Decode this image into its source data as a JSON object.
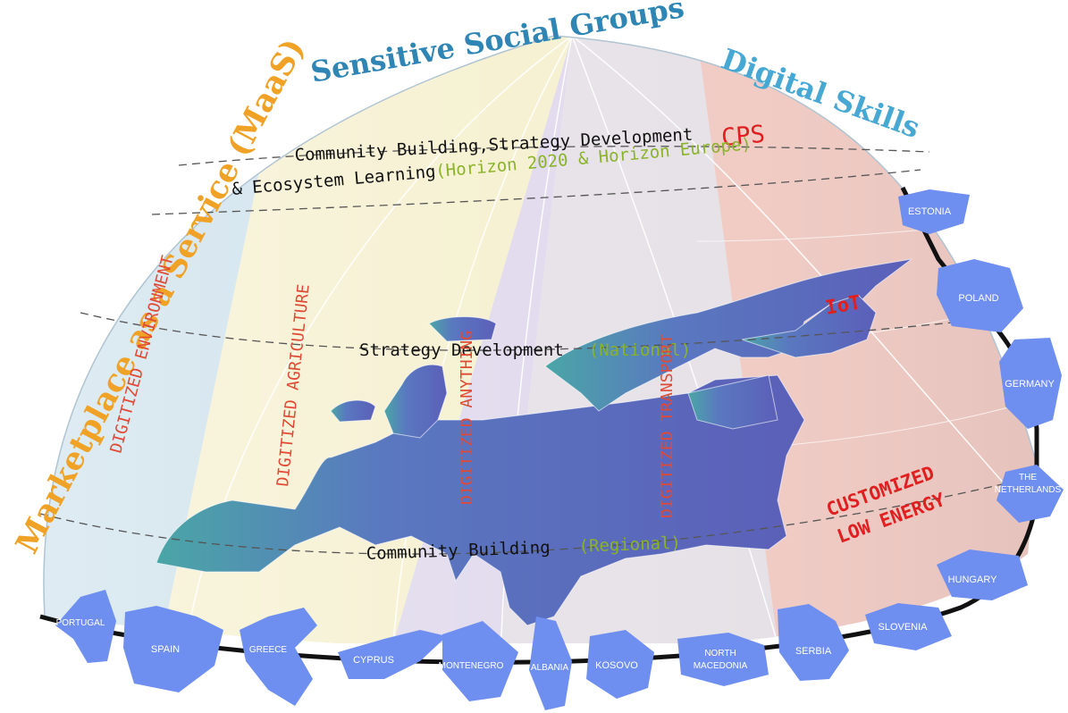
{
  "headings": {
    "sensitive": "Sensitive Social Groups",
    "digital_skills": "Digital Skills",
    "marketplace": "Marketplace as a Service (MaaS)",
    "cps": "CPS",
    "iot": "IoT"
  },
  "bands": {
    "top_line1": "Community Building,Strategy Development",
    "top_line2": "& Ecosystem Learning",
    "top_line2_green": "(Horizon 2020 & Horizon Europe)",
    "middle": "Strategy Development",
    "middle_green": "(National)",
    "bottom": "Community Building",
    "bottom_green": "(Regional)"
  },
  "sectors": {
    "environment": "DIGITIZED ENVIRONMENT",
    "agriculture": "DIGITIZED AGRICULTURE",
    "anything": "DIGITIZED ANYTHING",
    "transport": "DIGITIZED TRANSPORT",
    "customized": "CUSTOMIZED",
    "low_energy": "LOW ENERGY"
  },
  "countries": {
    "estonia": "ESTONIA",
    "poland": "POLAND",
    "germany": "GERMANY",
    "netherlands_1": "THE",
    "netherlands_2": "NETHERLANDS",
    "hungary": "HUNGARY",
    "slovenia": "SLOVENIA",
    "serbia": "SERBIA",
    "north_macedonia_1": "NORTH",
    "north_macedonia_2": "MACEDONIA",
    "kosovo": "KOSOVO",
    "albania": "ALBANIA",
    "montenegro": "MONTENEGRO",
    "cyprus": "CYPRUS",
    "greece": "GREECE",
    "spain": "SPAIN",
    "portugal": "PORTUGAL"
  },
  "colors": {
    "blue_heading": "#2f86b4",
    "orange_heading": "#f0a227",
    "red_text": "#e02020",
    "sector_text": "#e04a35",
    "green_text": "#8ab32a",
    "country_fill": "#6f8ff0",
    "map_fill": "#5b6fbf"
  }
}
